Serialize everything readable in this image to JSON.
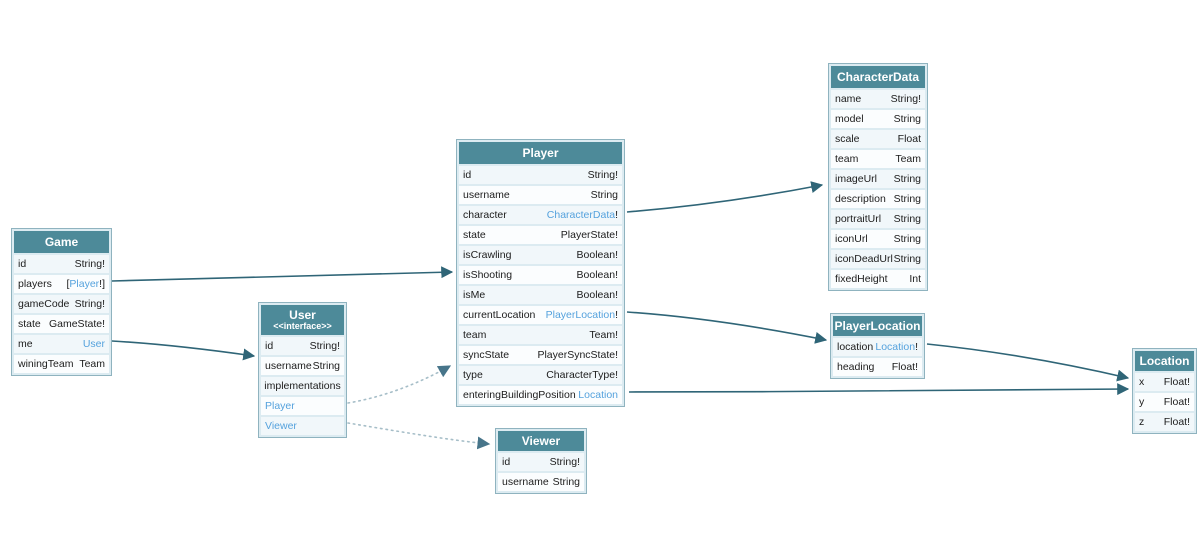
{
  "diagram": {
    "title": "GraphQL schema diagram",
    "colors": {
      "header_bg": "#4d8a99",
      "header_text": "#ffffff",
      "entity_frame": "#8fb3bf",
      "entity_gap": "#dcebf1",
      "row_bg": "#fbfdfe",
      "row_bg_alt": "#f1f7fa",
      "text": "#1c1c1c",
      "type_link": "#55a2dd",
      "arrow_solid": "#2f6577",
      "arrow_dotted": "#a6bec8",
      "background": "#ffffff"
    }
  },
  "entities": {
    "game": {
      "title": "Game",
      "fields": [
        {
          "name": "id",
          "pre": "String!"
        },
        {
          "name": "players",
          "pre": "[",
          "link": "Player",
          "post": "!]"
        },
        {
          "name": "gameCode",
          "pre": "String!"
        },
        {
          "name": "state",
          "pre": "GameState!"
        },
        {
          "name": "me",
          "link": "User"
        },
        {
          "name": "winingTeam",
          "pre": "Team"
        }
      ]
    },
    "user": {
      "title": "User",
      "stereotype": "<<interface>>",
      "fields": [
        {
          "name": "id",
          "pre": "String!"
        },
        {
          "name": "username",
          "pre": "String"
        }
      ],
      "implementations_label": "implementations",
      "implementations": [
        {
          "link": "Player"
        },
        {
          "link": "Viewer"
        }
      ]
    },
    "player": {
      "title": "Player",
      "fields": [
        {
          "name": "id",
          "pre": "String!"
        },
        {
          "name": "username",
          "pre": "String"
        },
        {
          "name": "character",
          "link": "CharacterData",
          "post": "!"
        },
        {
          "name": "state",
          "pre": "PlayerState!"
        },
        {
          "name": "isCrawling",
          "pre": "Boolean!"
        },
        {
          "name": "isShooting",
          "pre": "Boolean!"
        },
        {
          "name": "isMe",
          "pre": "Boolean!"
        },
        {
          "name": "currentLocation",
          "link": "PlayerLocation",
          "post": "!"
        },
        {
          "name": "team",
          "pre": "Team!"
        },
        {
          "name": "syncState",
          "pre": "PlayerSyncState!"
        },
        {
          "name": "type",
          "pre": "CharacterType!"
        },
        {
          "name": "enteringBuildingPosition",
          "link": "Location"
        }
      ]
    },
    "viewer": {
      "title": "Viewer",
      "fields": [
        {
          "name": "id",
          "pre": "String!"
        },
        {
          "name": "username",
          "pre": "String"
        }
      ]
    },
    "characterData": {
      "title": "CharacterData",
      "fields": [
        {
          "name": "name",
          "pre": "String!"
        },
        {
          "name": "model",
          "pre": "String"
        },
        {
          "name": "scale",
          "pre": "Float"
        },
        {
          "name": "team",
          "pre": "Team"
        },
        {
          "name": "imageUrl",
          "pre": "String"
        },
        {
          "name": "description",
          "pre": "String"
        },
        {
          "name": "portraitUrl",
          "pre": "String"
        },
        {
          "name": "iconUrl",
          "pre": "String"
        },
        {
          "name": "iconDeadUrl",
          "pre": "String"
        },
        {
          "name": "fixedHeight",
          "pre": "Int"
        }
      ]
    },
    "playerLocation": {
      "title": "PlayerLocation",
      "fields": [
        {
          "name": "location",
          "link": "Location",
          "post": "!"
        },
        {
          "name": "heading",
          "pre": "Float!"
        }
      ]
    },
    "location": {
      "title": "Location",
      "fields": [
        {
          "name": "x",
          "pre": "Float!"
        },
        {
          "name": "y",
          "pre": "Float!"
        },
        {
          "name": "z",
          "pre": "Float!"
        }
      ]
    }
  },
  "connections": [
    {
      "from": "Game.players",
      "to": "Player",
      "style": "solid"
    },
    {
      "from": "Game.me",
      "to": "User",
      "style": "solid"
    },
    {
      "from": "User.Player",
      "to": "Player",
      "style": "dotted"
    },
    {
      "from": "User.Viewer",
      "to": "Viewer",
      "style": "dotted"
    },
    {
      "from": "Player.character",
      "to": "CharacterData",
      "style": "solid"
    },
    {
      "from": "Player.currentLocation",
      "to": "PlayerLocation",
      "style": "solid"
    },
    {
      "from": "Player.enteringBuildingPosition",
      "to": "Location",
      "style": "solid"
    },
    {
      "from": "PlayerLocation.location",
      "to": "Location",
      "style": "solid"
    }
  ]
}
